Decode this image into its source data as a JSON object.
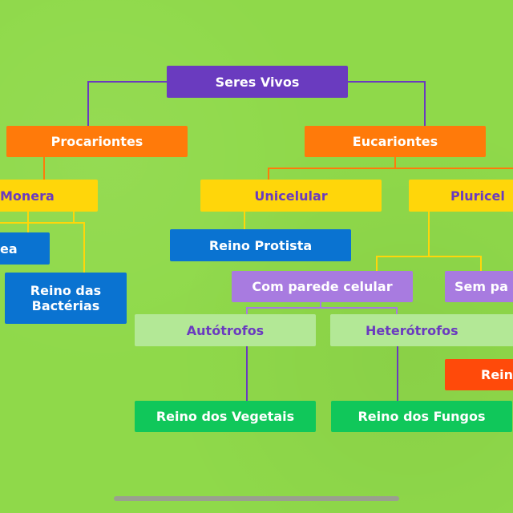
{
  "diagram": {
    "root": "Seres Vivos",
    "procariontes": "Procariontes",
    "eucariontes": "Eucariontes",
    "monera": "Monera",
    "archaea_fragment": "ea",
    "reino_bacterias": "Reino das Bactérias",
    "unicelular": "Unicelular",
    "pluricelular_fragment": "Pluricel",
    "reino_protista": "Reino Protista",
    "com_parede": "Com parede celular",
    "sem_parede_fragment": "Sem pa",
    "autotrofos": "Autótrofos",
    "heterotrofos": "Heterótrofos",
    "reino_vegetais": "Reino dos Vegetais",
    "reino_fungos": "Reino dos Fungos",
    "reino_fragment": "Rein"
  },
  "colors": {
    "background": "#8fd94a",
    "purple": "#6a3bbf",
    "orange": "#ff7a0a",
    "yellow": "#ffd60a",
    "blue": "#0a73d1",
    "lilac": "#a87be0",
    "green": "#10c75a"
  }
}
